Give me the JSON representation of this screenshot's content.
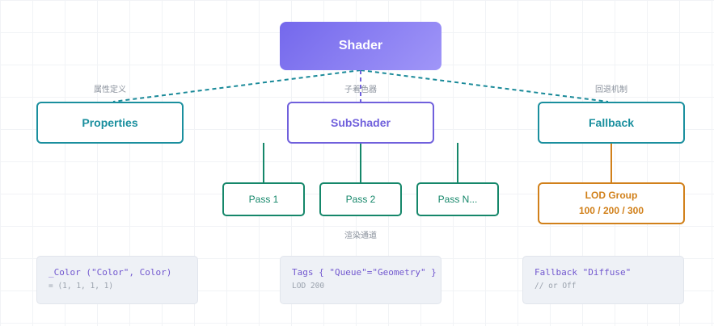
{
  "nodes": {
    "shader": "Shader",
    "properties": "Properties",
    "subshader": "SubShader",
    "fallback": "Fallback",
    "pass1": "Pass 1",
    "pass2": "Pass 2",
    "passN": "Pass N...",
    "lod_title": "LOD Group",
    "lod_values": "100 / 200 / 300"
  },
  "labels": {
    "properties": "属性定义",
    "subshader": "子着色器",
    "fallback": "回退机制",
    "passes": "渲染通道"
  },
  "code": {
    "properties": {
      "line1": "_Color (\"Color\", Color)",
      "line2": "= (1, 1, 1, 1)"
    },
    "subshader": {
      "line1": "Tags { \"Queue\"=\"Geometry\" }",
      "line2": "LOD 200"
    },
    "fallback": {
      "line1": "Fallback \"Diffuse\"",
      "line2": "// or Off"
    }
  },
  "colors": {
    "root_gradient_start": "#7468ec",
    "root_gradient_end": "#a096f8",
    "teal": "#1a8f9e",
    "purple": "#7060dc",
    "green": "#15876a",
    "orange": "#d1801a",
    "dashed_connector": "#1a8a99"
  }
}
